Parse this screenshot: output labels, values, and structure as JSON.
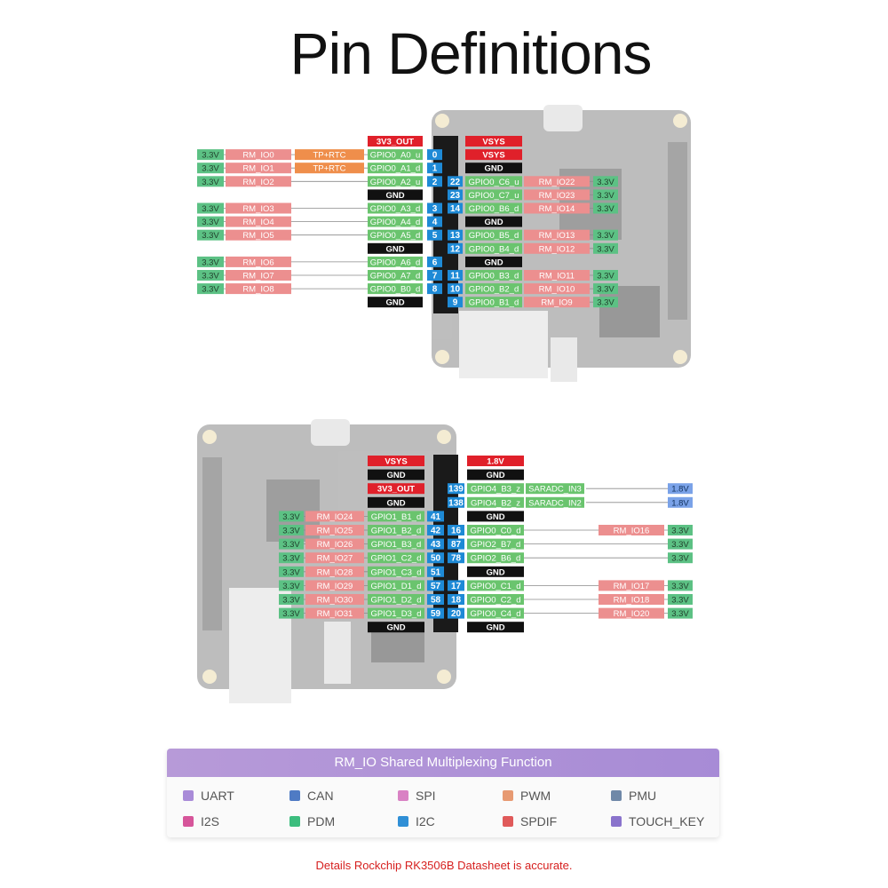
{
  "title": "Pin Definitions",
  "colors": {
    "v33": "#5cc184",
    "v18": "#7aa2e8",
    "rmio": "#ec8f8f",
    "gpio": "#6ac46e",
    "gnd": "#111111",
    "red": "#e0202a",
    "tp": "#ef8e4b",
    "num": "#1e8ad6"
  },
  "top_header": {
    "rows": [
      {
        "l3": "",
        "lrm": "",
        "ltp": "",
        "lp": "3V3_OUT",
        "lt": "red",
        "ln": "",
        "rn": "",
        "rp": "VSYS",
        "rt": "red",
        "rrm": "",
        "r3": ""
      },
      {
        "l3": "3.3V",
        "lrm": "RM_IO0",
        "ltp": "TP+RTC",
        "lp": "GPIO0_A0_u",
        "lt": "gpio",
        "ln": "0",
        "rn": "",
        "rp": "VSYS",
        "rt": "red",
        "rrm": "",
        "r3": ""
      },
      {
        "l3": "3.3V",
        "lrm": "RM_IO1",
        "ltp": "TP+RTC",
        "lp": "GPIO0_A1_d",
        "lt": "gpio",
        "ln": "1",
        "rn": "",
        "rp": "GND",
        "rt": "gnd",
        "rrm": "",
        "r3": ""
      },
      {
        "l3": "3.3V",
        "lrm": "RM_IO2",
        "ltp": "",
        "lp": "GPIO0_A2_u",
        "lt": "gpio",
        "ln": "2",
        "rn": "22",
        "rp": "GPIO0_C6_u",
        "rt": "gpio",
        "rrm": "RM_IO22",
        "r3": "3.3V"
      },
      {
        "l3": "",
        "lrm": "",
        "ltp": "",
        "lp": "GND",
        "lt": "gnd",
        "ln": "",
        "rn": "23",
        "rp": "GPIO0_C7_u",
        "rt": "gpio",
        "rrm": "RM_IO23",
        "r3": "3.3V"
      },
      {
        "l3": "3.3V",
        "lrm": "RM_IO3",
        "ltp": "",
        "lp": "GPIO0_A3_d",
        "lt": "gpio",
        "ln": "3",
        "rn": "14",
        "rp": "GPIO0_B6_d",
        "rt": "gpio",
        "rrm": "RM_IO14",
        "r3": "3.3V"
      },
      {
        "l3": "3.3V",
        "lrm": "RM_IO4",
        "ltp": "",
        "lp": "GPIO0_A4_d",
        "lt": "gpio",
        "ln": "4",
        "rn": "",
        "rp": "GND",
        "rt": "gnd",
        "rrm": "",
        "r3": ""
      },
      {
        "l3": "3.3V",
        "lrm": "RM_IO5",
        "ltp": "",
        "lp": "GPIO0_A5_d",
        "lt": "gpio",
        "ln": "5",
        "rn": "13",
        "rp": "GPIO0_B5_d",
        "rt": "gpio",
        "rrm": "RM_IO13",
        "r3": "3.3V"
      },
      {
        "l3": "",
        "lrm": "",
        "ltp": "",
        "lp": "GND",
        "lt": "gnd",
        "ln": "",
        "rn": "12",
        "rp": "GPIO0_B4_d",
        "rt": "gpio",
        "rrm": "RM_IO12",
        "r3": "3.3V"
      },
      {
        "l3": "3.3V",
        "lrm": "RM_IO6",
        "ltp": "",
        "lp": "GPIO0_A6_d",
        "lt": "gpio",
        "ln": "6",
        "rn": "",
        "rp": "GND",
        "rt": "gnd",
        "rrm": "",
        "r3": ""
      },
      {
        "l3": "3.3V",
        "lrm": "RM_IO7",
        "ltp": "",
        "lp": "GPIO0_A7_d",
        "lt": "gpio",
        "ln": "7",
        "rn": "11",
        "rp": "GPIO0_B3_d",
        "rt": "gpio",
        "rrm": "RM_IO11",
        "r3": "3.3V"
      },
      {
        "l3": "3.3V",
        "lrm": "RM_IO8",
        "ltp": "",
        "lp": "GPIO0_B0_d",
        "lt": "gpio",
        "ln": "8",
        "rn": "10",
        "rp": "GPIO0_B2_d",
        "rt": "gpio",
        "rrm": "RM_IO10",
        "r3": "3.3V"
      },
      {
        "l3": "",
        "lrm": "",
        "ltp": "",
        "lp": "GND",
        "lt": "gnd",
        "ln": "",
        "rn": "9",
        "rp": "GPIO0_B1_d",
        "rt": "gpio",
        "rrm": "RM_IO9",
        "r3": "3.3V"
      }
    ]
  },
  "bottom_header": {
    "rows": [
      {
        "l3": "",
        "lrm": "",
        "lp": "VSYS",
        "lt": "red",
        "ln": "",
        "rn": "",
        "rp": "1.8V",
        "rt": "red",
        "radc": "",
        "rrm": "",
        "r3": "",
        "r3t": ""
      },
      {
        "l3": "",
        "lrm": "",
        "lp": "GND",
        "lt": "gnd",
        "ln": "",
        "rn": "",
        "rp": "GND",
        "rt": "gnd",
        "radc": "",
        "rrm": "",
        "r3": "",
        "r3t": ""
      },
      {
        "l3": "",
        "lrm": "",
        "lp": "3V3_OUT",
        "lt": "red",
        "ln": "",
        "rn": "139",
        "rp": "GPIO4_B3_z",
        "rt": "gpio",
        "radc": "SARADC_IN3",
        "rrm": "",
        "r3": "1.8V",
        "r3t": "v18"
      },
      {
        "l3": "",
        "lrm": "",
        "lp": "GND",
        "lt": "gnd",
        "ln": "",
        "rn": "138",
        "rp": "GPIO4_B2_z",
        "rt": "gpio",
        "radc": "SARADC_IN2",
        "rrm": "",
        "r3": "1.8V",
        "r3t": "v18"
      },
      {
        "l3": "3.3V",
        "lrm": "RM_IO24",
        "lp": "GPIO1_B1_d",
        "lt": "gpio",
        "ln": "41",
        "rn": "",
        "rp": "GND",
        "rt": "gnd",
        "radc": "",
        "rrm": "",
        "r3": "",
        "r3t": ""
      },
      {
        "l3": "3.3V",
        "lrm": "RM_IO25",
        "lp": "GPIO1_B2_d",
        "lt": "gpio",
        "ln": "42",
        "rn": "16",
        "rp": "GPIO0_C0_d",
        "rt": "gpio",
        "radc": "",
        "rrm": "RM_IO16",
        "r3": "3.3V",
        "r3t": "v33"
      },
      {
        "l3": "3.3V",
        "lrm": "RM_IO26",
        "lp": "GPIO1_B3_d",
        "lt": "gpio",
        "ln": "43",
        "rn": "87",
        "rp": "GPIO2_B7_d",
        "rt": "gpio",
        "radc": "",
        "rrm": "",
        "r3": "3.3V",
        "r3t": "v33"
      },
      {
        "l3": "3.3V",
        "lrm": "RM_IO27",
        "lp": "GPIO1_C2_d",
        "lt": "gpio",
        "ln": "50",
        "rn": "78",
        "rp": "GPIO2_B6_d",
        "rt": "gpio",
        "radc": "",
        "rrm": "",
        "r3": "3.3V",
        "r3t": "v33"
      },
      {
        "l3": "3.3V",
        "lrm": "RM_IO28",
        "lp": "GPIO1_C3_d",
        "lt": "gpio",
        "ln": "51",
        "rn": "",
        "rp": "GND",
        "rt": "gnd",
        "radc": "",
        "rrm": "",
        "r3": "",
        "r3t": ""
      },
      {
        "l3": "3.3V",
        "lrm": "RM_IO29",
        "lp": "GPIO1_D1_d",
        "lt": "gpio",
        "ln": "57",
        "rn": "17",
        "rp": "GPIO0_C1_d",
        "rt": "gpio",
        "radc": "",
        "rrm": "RM_IO17",
        "r3": "3.3V",
        "r3t": "v33"
      },
      {
        "l3": "3.3V",
        "lrm": "RM_IO30",
        "lp": "GPIO1_D2_d",
        "lt": "gpio",
        "ln": "58",
        "rn": "18",
        "rp": "GPIO0_C2_d",
        "rt": "gpio",
        "radc": "",
        "rrm": "RM_IO18",
        "r3": "3.3V",
        "r3t": "v33"
      },
      {
        "l3": "3.3V",
        "lrm": "RM_IO31",
        "lp": "GPIO1_D3_d",
        "lt": "gpio",
        "ln": "59",
        "rn": "20",
        "rp": "GPIO0_C4_d",
        "rt": "gpio",
        "radc": "",
        "rrm": "RM_IO20",
        "r3": "3.3V",
        "r3t": "v33"
      },
      {
        "l3": "",
        "lrm": "",
        "lp": "GND",
        "lt": "gnd",
        "ln": "",
        "rn": "",
        "rp": "GND",
        "rt": "gnd",
        "radc": "",
        "rrm": "",
        "r3": "",
        "r3t": ""
      }
    ]
  },
  "legend": {
    "header": "RM_IO Shared Multiplexing Function",
    "items": [
      {
        "label": "UART",
        "color": "#a98bd8"
      },
      {
        "label": "CAN",
        "color": "#4f7bc4"
      },
      {
        "label": "SPI",
        "color": "#d982c4"
      },
      {
        "label": "PWM",
        "color": "#e79a72"
      },
      {
        "label": "PMU",
        "color": "#6f88a8"
      },
      {
        "label": "I2S",
        "color": "#d6559a"
      },
      {
        "label": "PDM",
        "color": "#3cbd7e"
      },
      {
        "label": "I2C",
        "color": "#2f8fd6"
      },
      {
        "label": "SPDIF",
        "color": "#e05a5a"
      },
      {
        "label": "TOUCH_KEY",
        "color": "#8a73cc"
      }
    ]
  },
  "footer": "Details Rockchip RK3506B Datasheet is accurate."
}
